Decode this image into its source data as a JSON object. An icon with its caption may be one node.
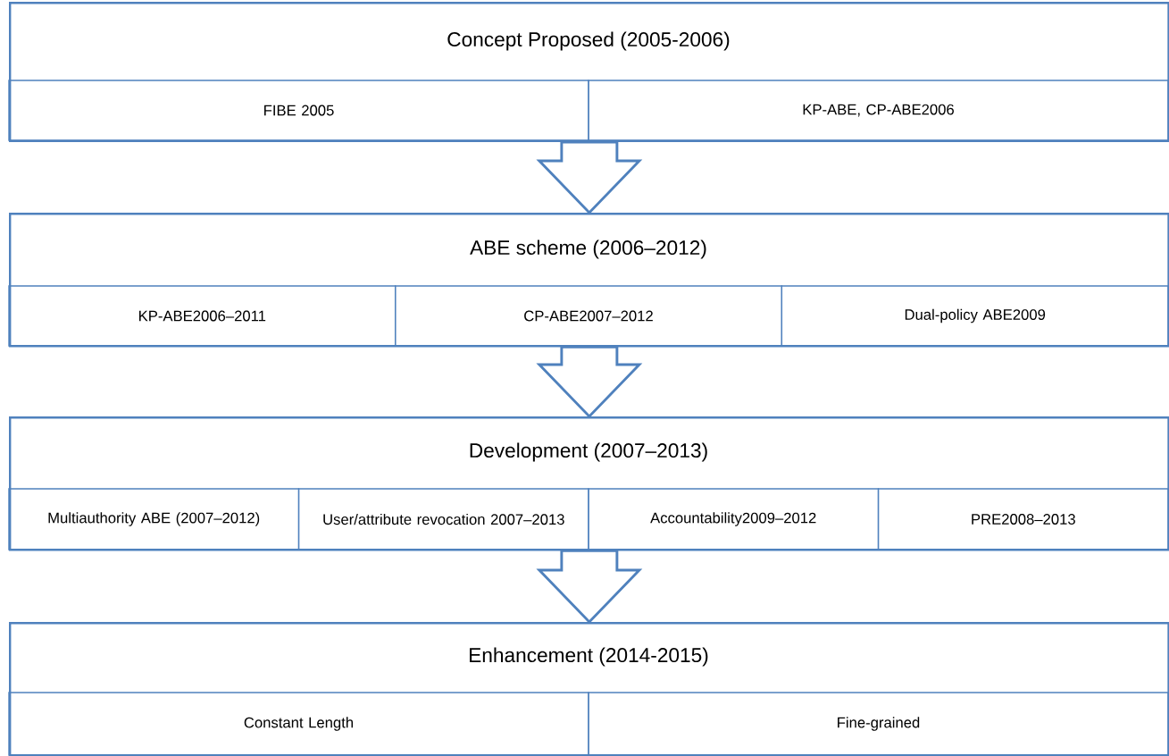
{
  "diagram": {
    "nodes": [
      {
        "text": [
          "Concept Proposed (2005-2006)"
        ]
      },
      {
        "text": [
          "FIBE 2005"
        ],
        "in": 0
      },
      {
        "text": [
          "KP-ABE, CP-ABE2006"
        ],
        "in": 0
      },
      {
        "text": [
          "ABE scheme (2006–2012)"
        ]
      },
      {
        "text": [
          "KP-ABE2006–2011"
        ],
        "in": 3
      },
      {
        "text": [
          "CP-ABE2007–2012"
        ],
        "in": 3
      },
      {
        "text": [
          "Dual-policy ABE2009"
        ],
        "in": 3
      },
      {
        "text": [
          "Development (2007–2013)"
        ]
      },
      {
        "text": [
          "Multiauthority ABE (2007–2012)"
        ],
        "in": 7
      },
      {
        "text": [
          "User/attribute revocation 2007–2013"
        ],
        "in": 7
      },
      {
        "text": [
          "Accountability2009–2012"
        ],
        "in": 7
      },
      {
        "text": [
          "PRE2008–2013"
        ],
        "in": 7
      },
      {
        "text": [
          "Enhancement (2014-2015)"
        ]
      },
      {
        "text": [
          "Constant Length"
        ],
        "in": 12
      },
      {
        "text": [
          "Fine-grained"
        ],
        "in": 12
      }
    ],
    "edges": [
      {
        "from": 0,
        "to": 3,
        "arrow": "to"
      },
      {
        "from": 3,
        "to": 7,
        "arrow": "to"
      },
      {
        "from": 7,
        "to": 12,
        "arrow": "to"
      }
    ]
  }
}
